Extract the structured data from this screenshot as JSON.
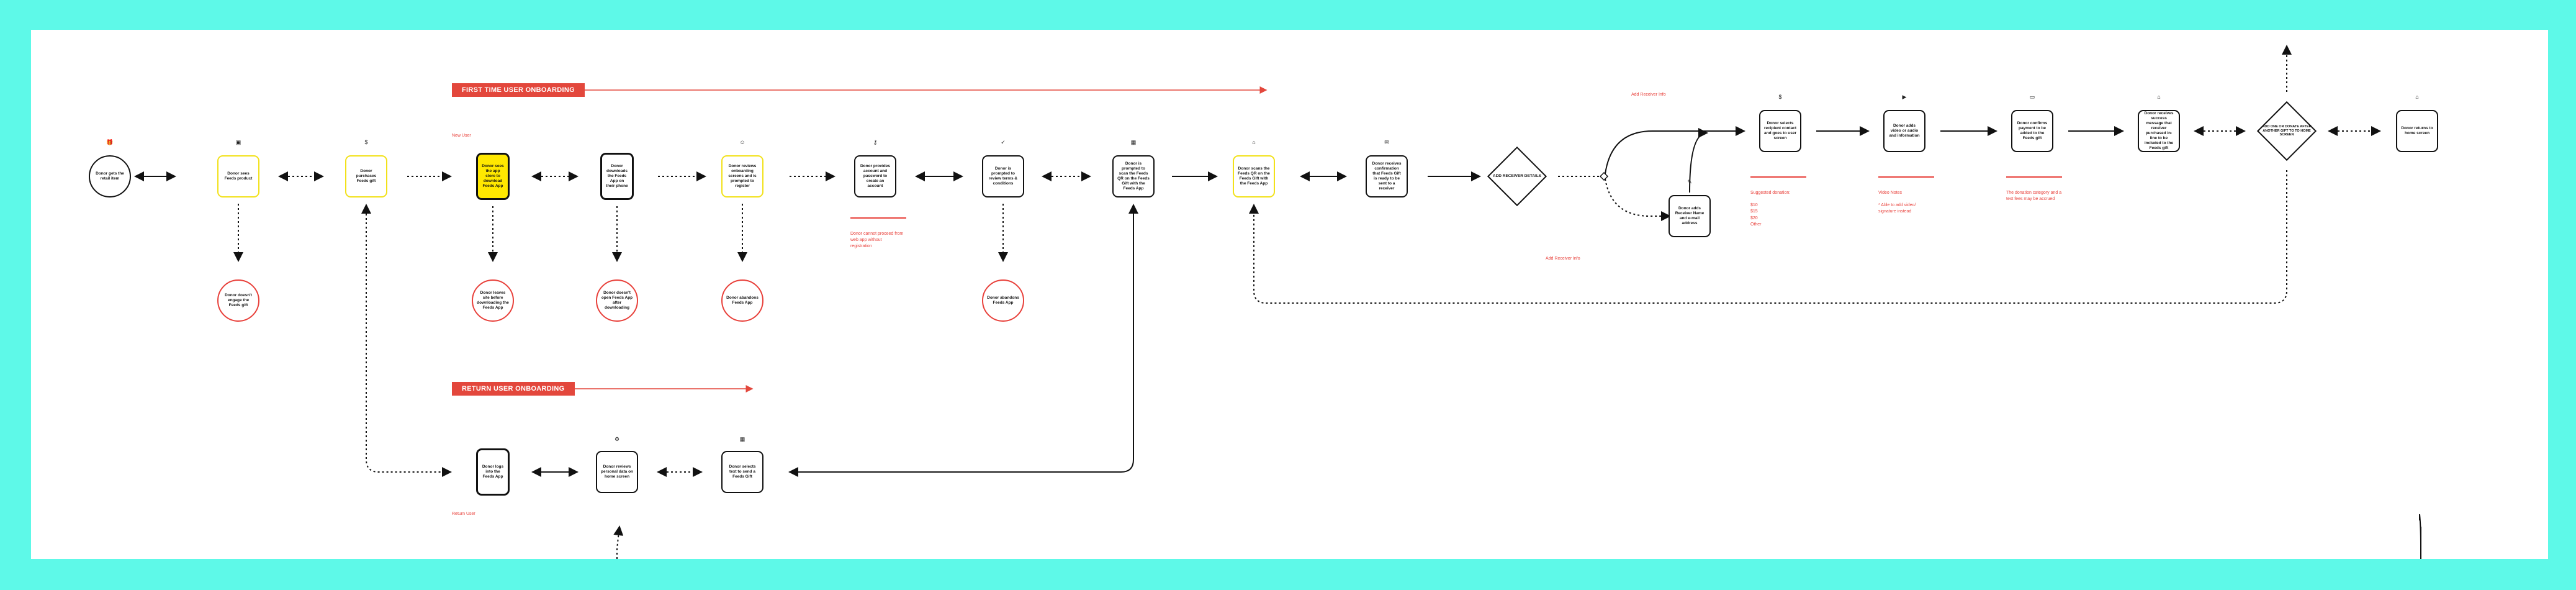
{
  "banners": {
    "first_time": "FIRST TIME USER ONBOARDING",
    "return": "RETURN USER ONBOARDING"
  },
  "labels": {
    "new_user": "New User",
    "return_user": "Return User",
    "add_receiver_top": "Add Receiver Info",
    "add_receiver_bottom": "Add Receiver Info"
  },
  "nodes": {
    "start": "Donor gets the retail item",
    "scan": "Donor sees Feeds product",
    "purchase": "Donor purchases Feeds gift",
    "sees_ad": "Donor sees the app store to download Feeds App",
    "downloads": "Donor downloads the Feeds App on their phone",
    "onboarding": "Donor reviews onboarding screens and is prompted to register",
    "creates_acct": "Donor provides account and password to create an account",
    "terms": "Donor is prompted to review terms & conditions",
    "permission": "Donor is prompted to scan the Feeds QR on the Feeds Gift with the Feeds App",
    "scan_qr": "Donor scans the Feeds QR on the Feeds Gift with the Feeds App",
    "confirms": "Donor receives confirmation that Feeds Gift is ready to be sent to a receiver",
    "add_receiver_decision": "ADD RECEIVER DETAILS",
    "selects_contact": "Donor selects recipient contact and goes to user screen",
    "adds_note": "Donor adds video or audio and information",
    "confirms_recipient": "Donor confirms payment to be added to the Feeds gift",
    "success_msg": "Donor receives success message that receiver purchased in-line to be included to the Feeds gift",
    "manual_entry": "Donor adds Receiver Name and e-mail address",
    "send_another": "ADD ONE OR DONATE AFTER ANOTHER GIFT TO TO HOME SCREEN",
    "home": "Donor returns to home screen",
    "return_opens": "Donor logs into the Feeds App",
    "return_reviews": "Donor reviews personal data on home screen",
    "return_selects": "Donor selects text to send a Feeds Gift"
  },
  "dropouts": {
    "no_engage": "Donor doesn't engage the Feeds gift",
    "leaves_download": "Donor leaves site before downloading the Feeds App",
    "no_open": "Donor doesn't open Feeds App after downloading",
    "abandon_onboarding": "Donor abandons Feeds App",
    "abandon_terms": "Donor abandons Feeds App"
  },
  "notes": {
    "under_create": [
      "Donor cannot proceed from",
      "web app without",
      "registration"
    ],
    "under_select": [
      "Suggested donation:",
      "",
      "$10",
      "$15",
      "$20",
      "Other"
    ],
    "under_note": [
      "Video Notes",
      "",
      "* Able to add video/",
      "signature instead"
    ],
    "under_payment": [
      "The donation category and a",
      "text fees may be accrued"
    ]
  },
  "icons": {
    "start": "gift-icon",
    "scan": "scan-icon",
    "purchase": "dollar-icon",
    "onboarding": "user-icon",
    "create": "key-icon",
    "terms": "check-icon",
    "permission": "qr-icon",
    "scan_qr": "home-icon",
    "confirms": "mail-icon",
    "manual": "pencil-icon",
    "select": "dollar-icon",
    "note": "video-icon",
    "payment": "card-icon",
    "success": "home-icon",
    "home": "home-icon",
    "reviews": "gear-icon",
    "selects": "qr-icon"
  },
  "glyphs": {
    "start": "🎁",
    "scan": "▣",
    "purchase": "$",
    "onboarding": "☺",
    "create": "⚷",
    "terms": "✓",
    "permission": "▦",
    "scan_qr": "⌂",
    "confirms": "✉",
    "manual": "✎",
    "select": "$",
    "note": "▶",
    "payment": "▭",
    "success": "⌂",
    "home": "⌂",
    "reviews": "⚙",
    "selects": "▦"
  },
  "colors": {
    "background": "#5ef9e8",
    "accent": "#e3473c",
    "highlight": "#ffe800",
    "stroke": "#111111"
  }
}
